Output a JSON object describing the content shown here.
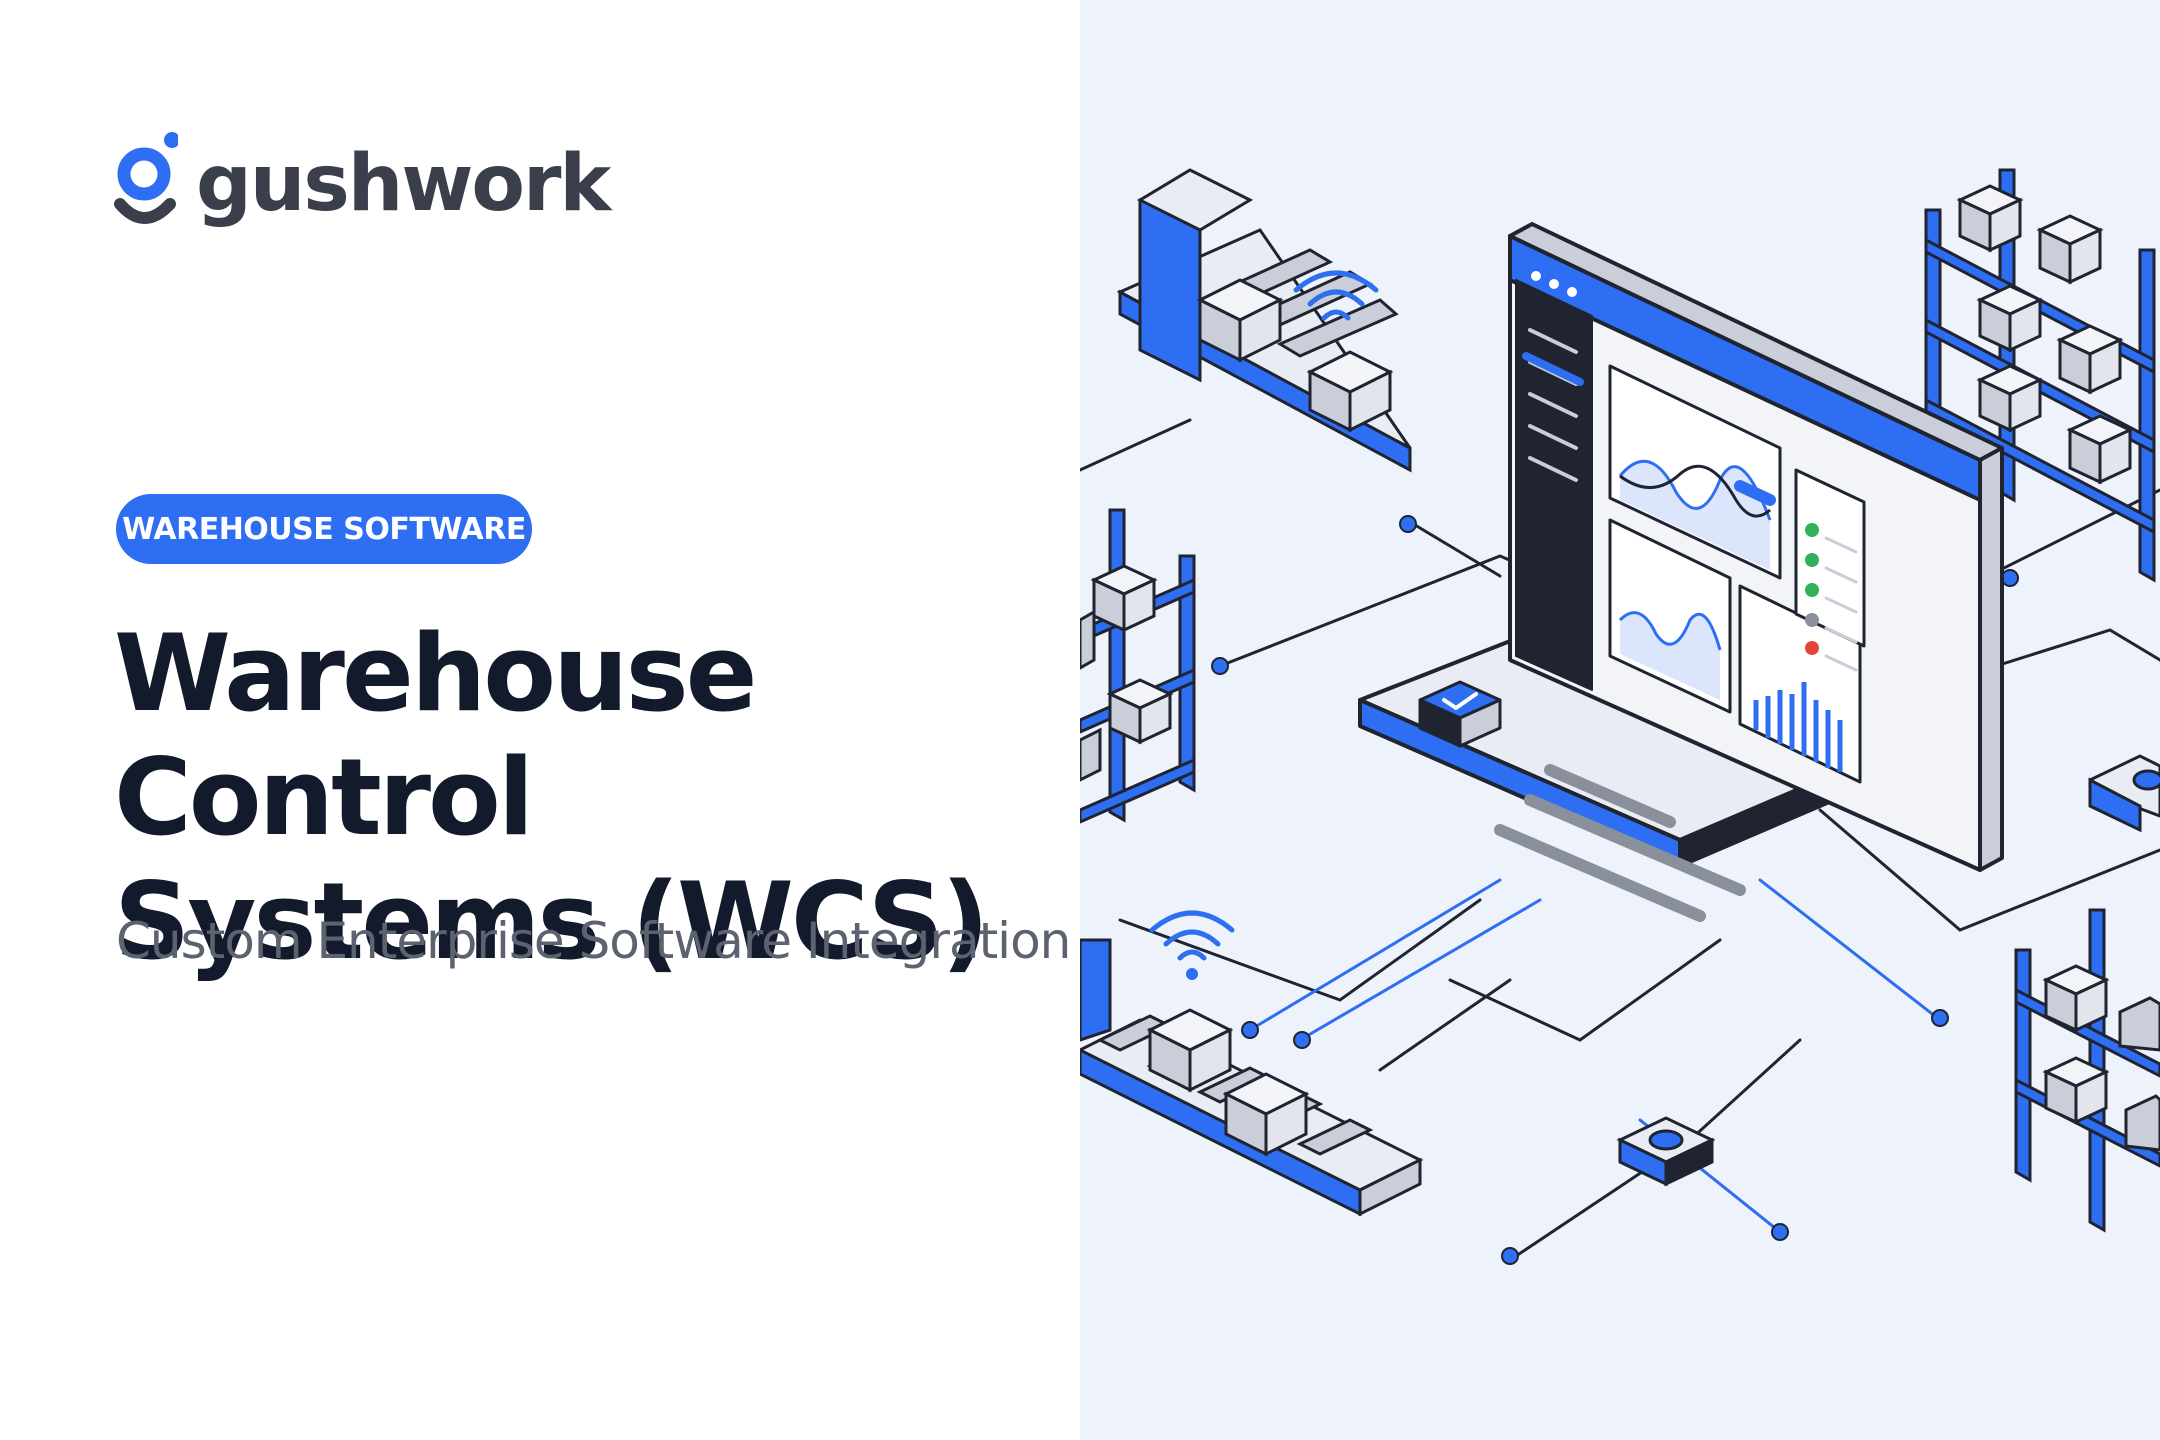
{
  "brand": {
    "name": "gushwork",
    "accent_color": "#2d6ef2",
    "mark_color": "#3a3f4b"
  },
  "badge": {
    "label": "WAREHOUSE SOFTWARE"
  },
  "hero": {
    "title_line1": "Warehouse Control",
    "title_line2": "Systems (WCS)",
    "subtitle": "Custom Enterprise Software Integration"
  },
  "illustration": {
    "primary_color": "#2d6ef2",
    "dark_color": "#1f2430",
    "icons": [
      "conveyor-icon",
      "storage-rack-icon",
      "wifi-icon",
      "dashboard-monitor-icon",
      "network-node-icon",
      "checkmark-icon"
    ]
  }
}
